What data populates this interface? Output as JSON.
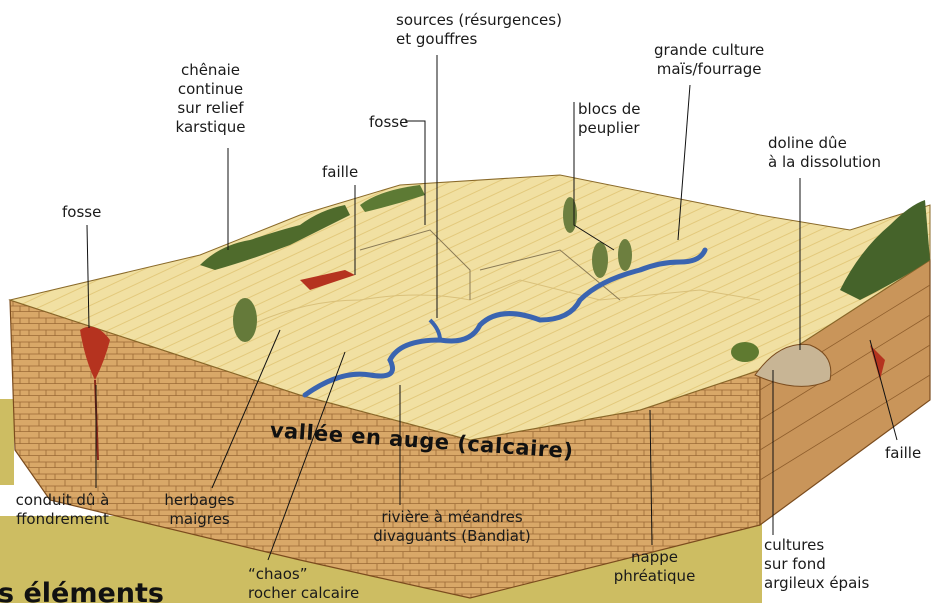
{
  "title": "vallée en auge (calcaire)",
  "cut_text": "s éléments",
  "labels": {
    "sources": [
      "sources (résurgences)",
      "et gouffres"
    ],
    "grande_culture": [
      "grande culture",
      "maïs/fourrage"
    ],
    "chenaie": [
      "chênaie",
      "continue",
      "sur relief",
      "karstique"
    ],
    "fosse_center": [
      "fosse"
    ],
    "blocs": [
      "blocs de",
      "peuplier"
    ],
    "doline": [
      "doline dûe",
      "à la dissolution"
    ],
    "faille_top": [
      "faille"
    ],
    "fosse_left": [
      "fosse"
    ],
    "faille_right": [
      "faille"
    ],
    "conduit": [
      "conduit dû à",
      "ffondrement"
    ],
    "herbages": [
      "herbages",
      "maigres"
    ],
    "riviere": [
      "rivière à méandres",
      "divaguants (Bandiat)"
    ],
    "nappe": [
      "nappe",
      "phréatique"
    ],
    "cultures": [
      "cultures",
      "sur fond",
      "argileux épais"
    ],
    "chaos": [
      "“chaos”",
      "rocher calcaire"
    ]
  },
  "colors": {
    "band": "#cdbd62",
    "rock": "#d9a868",
    "surface": "#f4e7b6",
    "river": "#3a64b0",
    "forest": "#4f6b2c",
    "red": "#b5331f"
  }
}
